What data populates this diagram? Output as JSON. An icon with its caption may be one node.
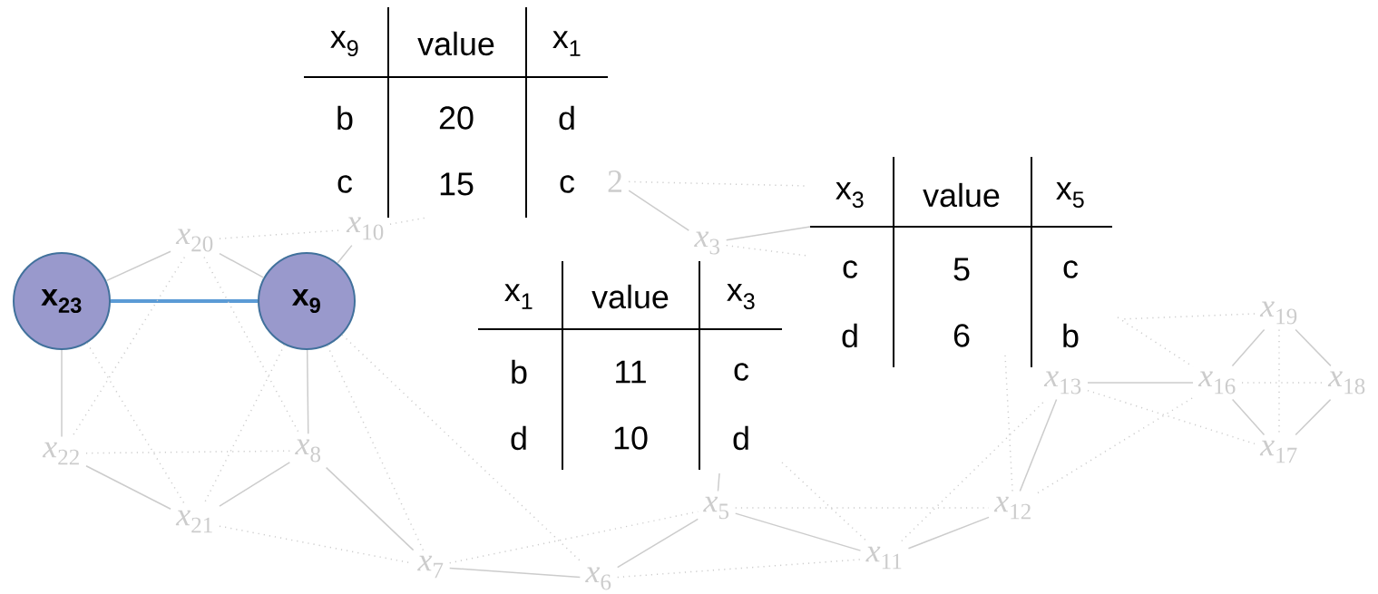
{
  "diagram": {
    "nodes": [
      {
        "text": [
          "x$_{23}$"
        ]
      },
      {
        "text": [
          "x$_{9}$"
        ]
      },
      {
        "text": [
          "*x*$_{20}$"
        ]
      },
      {
        "text": [
          "*x*$_{10}$"
        ]
      },
      {
        "text": [
          "2"
        ]
      },
      {
        "text": [
          "*x*$_{3}$"
        ]
      },
      {
        "text": [
          "*x*$_{22}$"
        ]
      },
      {
        "text": [
          "*x*$_{8}$"
        ]
      },
      {
        "text": [
          "*x*$_{21}$"
        ]
      },
      {
        "text": [
          "*x*$_{7}$"
        ]
      },
      {
        "text": [
          "*x*$_{6}$"
        ]
      },
      {
        "text": [
          "*x*$_{5}$"
        ]
      },
      {
        "text": [
          "*x*$_{11}$"
        ]
      },
      {
        "text": [
          "*x*$_{12}$"
        ]
      },
      {
        "text": [
          "*x*$_{13}$"
        ]
      },
      {
        "text": [
          "*x*$_{16}$"
        ]
      },
      {
        "text": [
          "*x*$_{19}$"
        ]
      },
      {
        "text": [
          "*x*$_{18}$"
        ]
      },
      {
        "text": [
          "*x*$_{17}$"
        ]
      }
    ],
    "edges": [
      {
        "from": 0,
        "to": 1,
        "arrow": "none",
        "style": "thick",
        "color": "#5b9bd5"
      },
      {
        "from": 0,
        "to": 2,
        "arrow": "none"
      },
      {
        "from": 2,
        "to": 1,
        "arrow": "none"
      },
      {
        "from": 3,
        "to": 1,
        "arrow": "none"
      },
      {
        "from": 0,
        "to": 6,
        "arrow": "none"
      },
      {
        "from": 1,
        "to": 7,
        "arrow": "none"
      },
      {
        "from": 6,
        "to": 8,
        "arrow": "none"
      },
      {
        "from": 8,
        "to": 7,
        "arrow": "none"
      },
      {
        "from": 7,
        "to": 9,
        "arrow": "none"
      },
      {
        "from": 9,
        "to": 10,
        "arrow": "none"
      },
      {
        "from": 10,
        "to": 11,
        "arrow": "none"
      },
      {
        "from": 11,
        "to": 12,
        "arrow": "none"
      },
      {
        "from": 12,
        "to": 13,
        "arrow": "none"
      },
      {
        "from": 13,
        "to": 14,
        "arrow": "none"
      },
      {
        "from": 14,
        "to": 15,
        "arrow": "none"
      },
      {
        "from": 15,
        "to": 16,
        "arrow": "none"
      },
      {
        "from": 16,
        "to": 17,
        "arrow": "none"
      },
      {
        "from": 15,
        "to": 18,
        "arrow": "none"
      },
      {
        "from": 18,
        "to": 17,
        "arrow": "none"
      },
      {
        "from": 4,
        "to": 5,
        "arrow": "none"
      },
      {
        "from": 5,
        "to": null,
        "arrow": "none"
      },
      {
        "from": 11,
        "to": null,
        "arrow": "none"
      },
      {
        "from": 2,
        "to": 3,
        "arrow": "none",
        "style": "dashed"
      },
      {
        "from": 2,
        "to": 6,
        "arrow": "none",
        "style": "dashed"
      },
      {
        "from": 2,
        "to": 7,
        "arrow": "none",
        "style": "dashed"
      },
      {
        "from": 0,
        "to": 8,
        "arrow": "none",
        "style": "dashed"
      },
      {
        "from": 1,
        "to": 8,
        "arrow": "none",
        "style": "dashed"
      },
      {
        "from": 6,
        "to": 7,
        "arrow": "none",
        "style": "dashed"
      },
      {
        "from": 8,
        "to": 9,
        "arrow": "none",
        "style": "dashed"
      },
      {
        "from": 1,
        "to": 9,
        "arrow": "none",
        "style": "dashed"
      },
      {
        "from": 1,
        "to": 10,
        "arrow": "none",
        "style": "dashed"
      },
      {
        "from": 3,
        "to": null,
        "arrow": "none",
        "style": "dashed"
      },
      {
        "from": 9,
        "to": 11,
        "arrow": "none",
        "style": "dashed"
      },
      {
        "from": 10,
        "to": 12,
        "arrow": "none",
        "style": "dashed"
      },
      {
        "from": 11,
        "to": 13,
        "arrow": "none",
        "style": "dashed"
      },
      {
        "from": 12,
        "to": 14,
        "arrow": "none",
        "style": "dashed"
      },
      {
        "from": 13,
        "to": 15,
        "arrow": "none",
        "style": "dashed"
      },
      {
        "from": 14,
        "to": 18,
        "arrow": "none",
        "style": "dashed"
      },
      {
        "from": 16,
        "to": 18,
        "arrow": "none",
        "style": "dashed"
      },
      {
        "from": 15,
        "to": 17,
        "arrow": "none",
        "style": "dashed"
      },
      {
        "from": 4,
        "to": null,
        "arrow": "none",
        "style": "dashed"
      },
      {
        "from": 5,
        "to": null,
        "arrow": "none",
        "style": "dashed"
      },
      {
        "from": 16,
        "to": null,
        "arrow": "none",
        "style": "dashed"
      },
      {
        "from": 13,
        "to": null,
        "arrow": "none",
        "style": "dashed"
      },
      {
        "from": null,
        "to": 15,
        "arrow": "none",
        "style": "dashed"
      },
      {
        "from": null,
        "to": 12,
        "arrow": "none",
        "style": "dashed"
      }
    ],
    "labels": [
      "x$_{9}$",
      "value",
      "x$_{1}$",
      "b",
      "20",
      "d",
      "c",
      "15",
      "c",
      "x$_{3}$",
      "value",
      "x$_{5}$",
      "c",
      "5",
      "c",
      "d",
      "6",
      "b",
      "x$_{1}$",
      "value",
      "x$_{3}$",
      "b",
      "11",
      "c",
      "d",
      "10",
      "d"
    ]
  }
}
